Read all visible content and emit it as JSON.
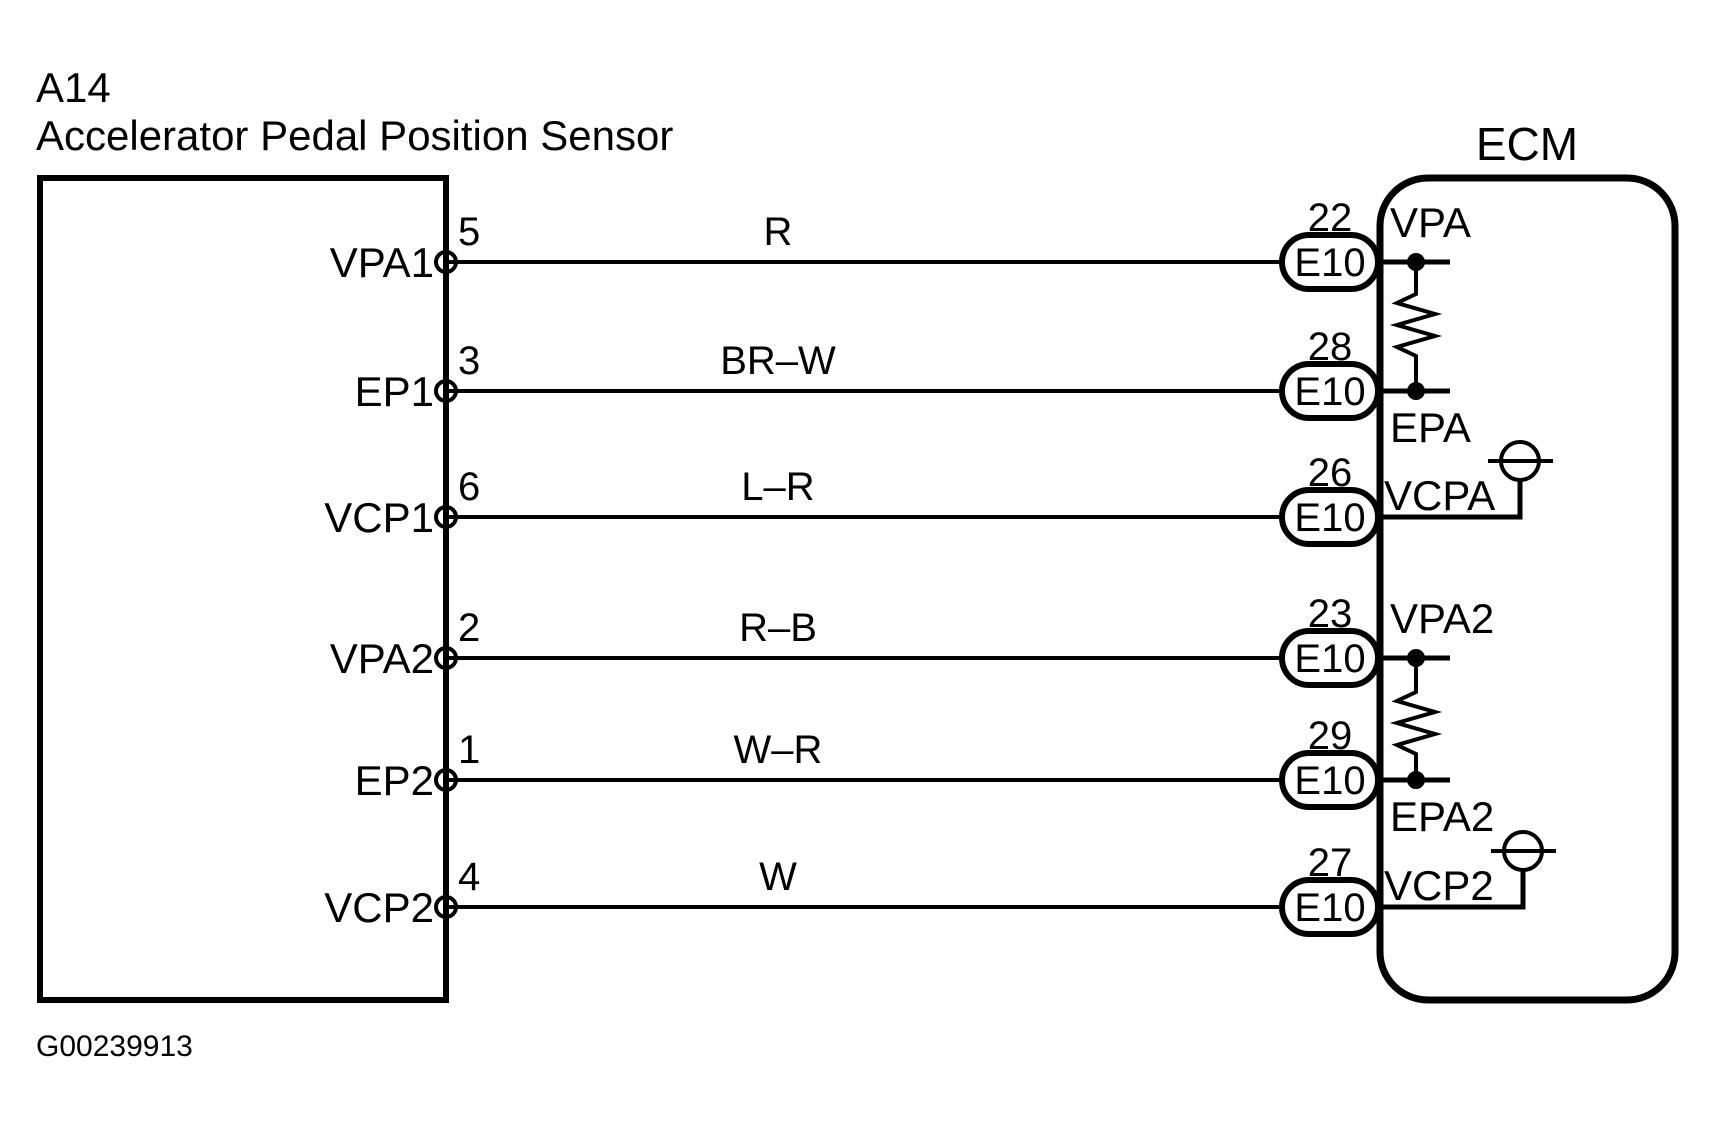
{
  "diagram": {
    "component_id": "A14",
    "component_name": "Accelerator Pedal Position Sensor",
    "ecm_label": "ECM",
    "figure_id": "G00239913"
  },
  "rows": [
    {
      "sensor_terminal": "VPA1",
      "sensor_pin": "5",
      "wire_color": "R",
      "ecm_pin": "22",
      "connector": "E10",
      "ecm_terminal": "VPA"
    },
    {
      "sensor_terminal": "EP1",
      "sensor_pin": "3",
      "wire_color": "BR–W",
      "ecm_pin": "28",
      "connector": "E10",
      "ecm_terminal": "EPA"
    },
    {
      "sensor_terminal": "VCP1",
      "sensor_pin": "6",
      "wire_color": "L–R",
      "ecm_pin": "26",
      "connector": "E10",
      "ecm_terminal": "VCPA"
    },
    {
      "sensor_terminal": "VPA2",
      "sensor_pin": "2",
      "wire_color": "R–B",
      "ecm_pin": "23",
      "connector": "E10",
      "ecm_terminal": "VPA2"
    },
    {
      "sensor_terminal": "EP2",
      "sensor_pin": "1",
      "wire_color": "W–R",
      "ecm_pin": "29",
      "connector": "E10",
      "ecm_terminal": "EPA2"
    },
    {
      "sensor_terminal": "VCP2",
      "sensor_pin": "4",
      "wire_color": "W",
      "ecm_pin": "27",
      "connector": "E10",
      "ecm_terminal": "VCP2"
    }
  ]
}
